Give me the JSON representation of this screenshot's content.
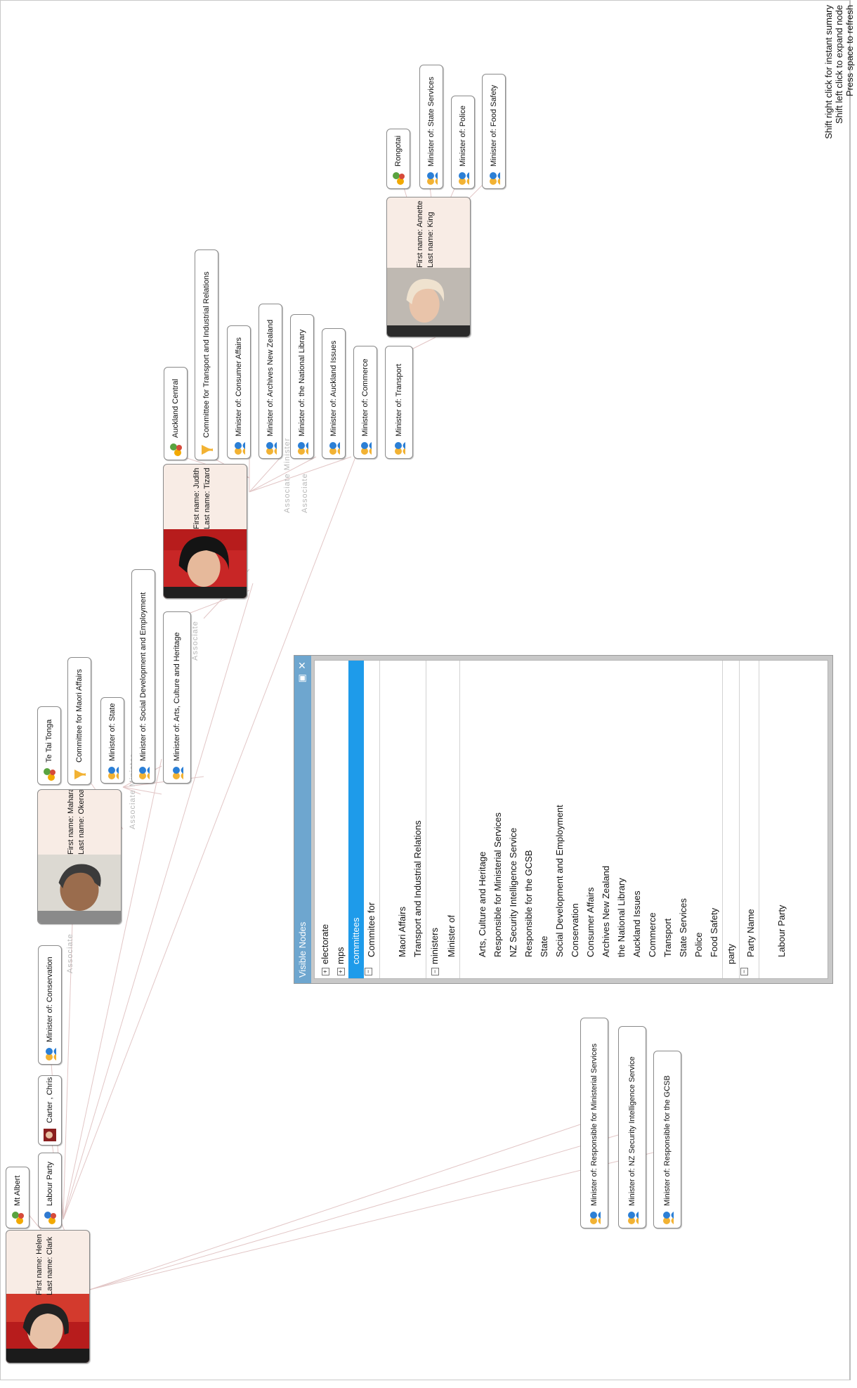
{
  "hints": [
    "Shift right click for instant sumary",
    "Shift left click to expand node",
    "Press space to refresh"
  ],
  "people": {
    "clark": {
      "first": "First name: Helen",
      "last": "Last name: Clark"
    },
    "mahara": {
      "first": "First name: Mahara",
      "last": "Last name: Okeroa"
    },
    "tizard": {
      "first": "First name: Judith",
      "last": "Last name: Tizard"
    },
    "king": {
      "first": "First name: Annette",
      "last": "Last name: King"
    }
  },
  "tags": {
    "mt_albert": "Mt Albert",
    "labour_party": "Labour Party",
    "carter_chris": "Carter , Chris",
    "min_conservation": "Minister of: Conservation",
    "te_tai_tonga": "Te Tai Tonga",
    "comm_maori": "Committee for Maori Affairs",
    "min_state": "Minister of: State",
    "min_social": "Minister of: Social Development and Employment",
    "min_arts": "Minister of: Arts, Culture and Heritage",
    "auckland_central": "Auckland Central",
    "comm_transport": "Committee for Transport and Industrial Relations",
    "min_consumer": "Minister of: Consumer Affairs",
    "min_archives": "Minister of: Archives New Zealand",
    "min_national_library": "Minister of: the National Library",
    "min_auckland": "Minister of: Auckland Issues",
    "min_commerce": "Minister of: Commerce",
    "min_transport": "Minister of: Transport",
    "rongotai": "Rongotai",
    "min_state_services": "Minister of: State Services",
    "min_police": "Minister of: Police",
    "min_food": "Minister of: Food Safety",
    "min_ministerial": "Minister of: Responsible for Ministerial Services",
    "min_nzsis": "Minister of: NZ Security Intelligence Service",
    "min_gcsb": "Minister of: Responsible for the GCSB"
  },
  "edge_labels": {
    "associate": "Associate",
    "associate_minister": "Associate Minister"
  },
  "panel": {
    "title": "Visible Nodes",
    "rows": {
      "electorate": "electorate",
      "mps": "mps",
      "committees": "committees",
      "committee_for": "Commitee for",
      "maori": "Maori Affairs",
      "transport_ir": "Transport and Industrial Relations",
      "ministers": "ministers",
      "minister_of": "Minister of",
      "arts": "Arts, Culture and Heritage",
      "ministerial": "Responsible for Ministerial Services",
      "nzsis": "NZ Security Intelligence Service",
      "gcsb": "Responsible for the GCSB",
      "state": "State",
      "social": "Social Development and Employment",
      "conservation": "Conservation",
      "consumer": "Consumer Affairs",
      "archives": "Archives New Zealand",
      "library": "the National Library",
      "auckland": "Auckland Issues",
      "commerce": "Commerce",
      "transport": "Transport",
      "state_services": "State Services",
      "police": "Police",
      "food": "Food Safety",
      "party": "party",
      "party_name": "Party Name",
      "labour": "Labour Party"
    }
  }
}
